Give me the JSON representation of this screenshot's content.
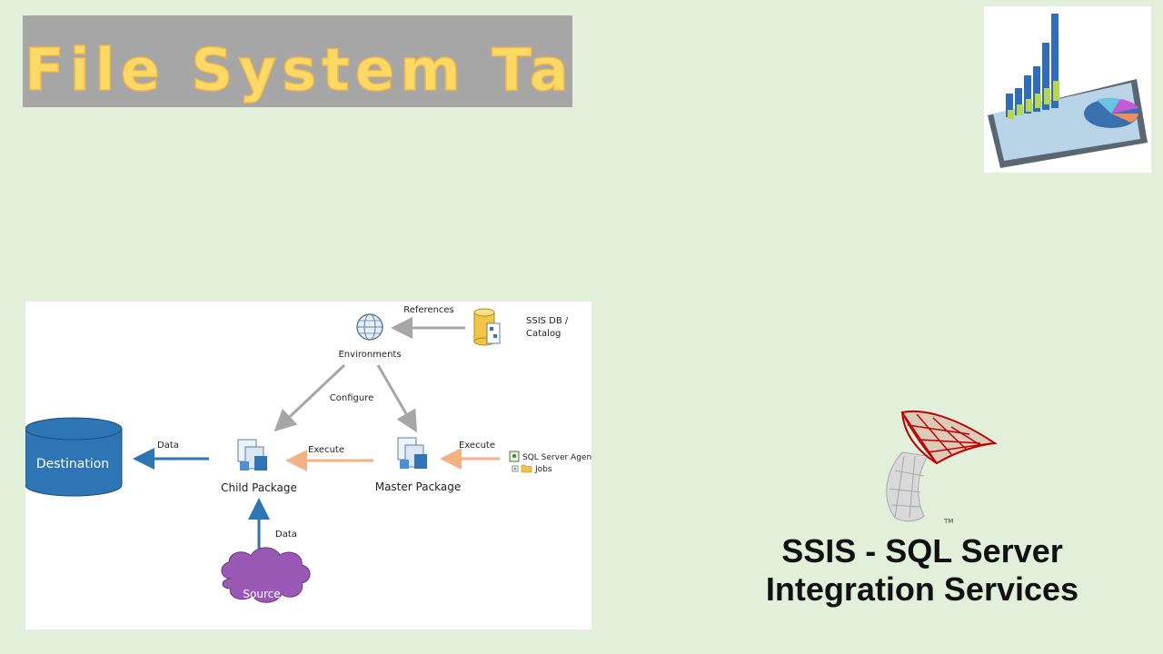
{
  "title": "File System Task",
  "diagram": {
    "catalog_line1": "SSIS DB /",
    "catalog_line2": "Catalog",
    "references_label": "References",
    "environments_label": "Environments",
    "configure_label": "Configure",
    "destination_label": "Destination",
    "data_left_label": "Data",
    "child_package_label": "Child Package",
    "execute_left_label": "Execute",
    "master_package_label": "Master Package",
    "execute_right_label": "Execute",
    "agent_label": "SQL Server Agent",
    "jobs_label": "Jobs",
    "data_bottom_label": "Data",
    "source_label": "Source"
  },
  "caption": {
    "line1": "SSIS - SQL Server",
    "line2": "Integration Services"
  },
  "colors": {
    "background": "#e2efda",
    "title_fill": "#ffd966",
    "blue_arrow": "#2e75b6",
    "orange_arrow": "#f4b183",
    "gray_arrow": "#a6a6a6",
    "destination_fill": "#2e75b6",
    "source_fill": "#9b59b6"
  },
  "icons": [
    "globe-icon",
    "database-icon",
    "package-icon",
    "agent-icon",
    "folder-icon",
    "bar-chart-image",
    "ssis-logo"
  ]
}
